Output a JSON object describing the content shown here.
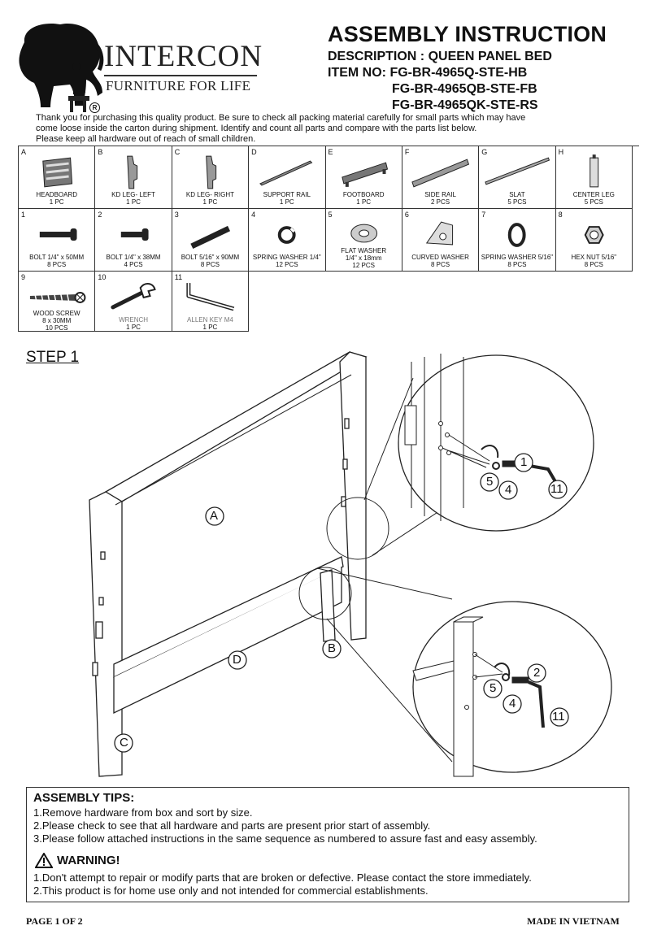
{
  "header": {
    "brand": "INTERCON",
    "tagline": "FURNITURE FOR LIFE",
    "registered": "R",
    "title": "ASSEMBLY INSTRUCTION",
    "description": "DESCRIPTION : QUEEN PANEL BED",
    "item_line1": "ITEM NO: FG-BR-4965Q-STE-HB",
    "item_line2": "FG-BR-4965QB-STE-FB",
    "item_line3": "FG-BR-4965QK-STE-RS"
  },
  "intro": {
    "line1": "Thank you for purchasing this quality product. Be sure to check all packing material carefully for small parts which may have",
    "line2": "come loose inside the carton during shipment. Identify and count all parts and compare with the parts list below.",
    "line3": "Please keep all hardware out of reach of small children."
  },
  "parts": [
    {
      "id": "A",
      "name": "HEADBOARD",
      "qty": "1 PC",
      "icon": "headboard-icon"
    },
    {
      "id": "B",
      "name": "KD LEG- LEFT",
      "qty": "1 PC",
      "icon": "leg-icon"
    },
    {
      "id": "C",
      "name": "KD LEG- RIGHT",
      "qty": "1 PC",
      "icon": "leg-icon"
    },
    {
      "id": "D",
      "name": "SUPPORT RAIL",
      "qty": "1 PC",
      "icon": "rail-icon"
    },
    {
      "id": "E",
      "name": "FOOTBOARD",
      "qty": "1 PC",
      "icon": "footboard-icon"
    },
    {
      "id": "F",
      "name": "SIDE RAIL",
      "qty": "2 PCS",
      "icon": "side-rail-icon"
    },
    {
      "id": "G",
      "name": "SLAT",
      "qty": "5 PCS",
      "icon": "slat-icon"
    },
    {
      "id": "H",
      "name": "CENTER LEG",
      "qty": "5 PCS",
      "icon": "center-leg-icon"
    }
  ],
  "hardware": [
    {
      "id": "1",
      "name": "BOLT  1/4\" x 50MM",
      "qty": "8 PCS",
      "icon": "bolt-icon"
    },
    {
      "id": "2",
      "name": "BOLT  1/4\" x 38MM",
      "qty": "4 PCS",
      "icon": "bolt-icon"
    },
    {
      "id": "3",
      "name": "BOLT  5/16\" x 90MM",
      "qty": "8 PCS",
      "icon": "bolt-icon"
    },
    {
      "id": "4",
      "name": "SPRING WASHER 1/4\"",
      "qty": "12 PCS",
      "icon": "spring-washer-icon"
    },
    {
      "id": "5",
      "name": "FLAT WASHER",
      "sub": "1/4\" x 18mm",
      "qty": "12 PCS",
      "icon": "flat-washer-icon"
    },
    {
      "id": "6",
      "name": "CURVED WASHER",
      "qty": "8 PCS",
      "icon": "curved-washer-icon"
    },
    {
      "id": "7",
      "name": "SPRING WASHER 5/16\"",
      "qty": "8 PCS",
      "icon": "spring-washer-icon"
    },
    {
      "id": "8",
      "name": "HEX NUT 5/16\"",
      "qty": "8 PCS",
      "icon": "hex-nut-icon"
    }
  ],
  "tools": [
    {
      "id": "9",
      "name": "WOOD SCREW",
      "sub": "8 x 30MM",
      "qty": "10 PCS",
      "icon": "wood-screw-icon"
    },
    {
      "id": "10",
      "name": "WRENCH",
      "qty": "1 PC",
      "icon": "wrench-icon"
    },
    {
      "id": "11",
      "name": "ALLEN KEY M4",
      "qty": "1 PC",
      "icon": "allen-key-icon"
    }
  ],
  "step": {
    "title": "STEP 1",
    "labels": {
      "a": "A",
      "b": "B",
      "c": "C",
      "d": "D"
    },
    "callouts": {
      "one": "1",
      "two": "2",
      "four": "4",
      "five": "5",
      "eleven": "11"
    }
  },
  "tips": {
    "title": "ASSEMBLY TIPS:",
    "items": [
      "1.Remove hardware from box and sort by size.",
      "2.Please check to see that all hardware and parts are present prior start of assembly.",
      "3.Please follow attached instructions in the same sequence as numbered to assure fast and easy assembly."
    ],
    "warning_title": "WARNING!",
    "warnings": [
      "1.Don't attempt to repair or modify parts that are broken or defective. Please contact the store immediately.",
      "2.This product is for home use only and not intended for commercial establishments."
    ]
  },
  "footer": {
    "page": "PAGE 1 OF 2",
    "made_in": "MADE IN VIETNAM"
  }
}
